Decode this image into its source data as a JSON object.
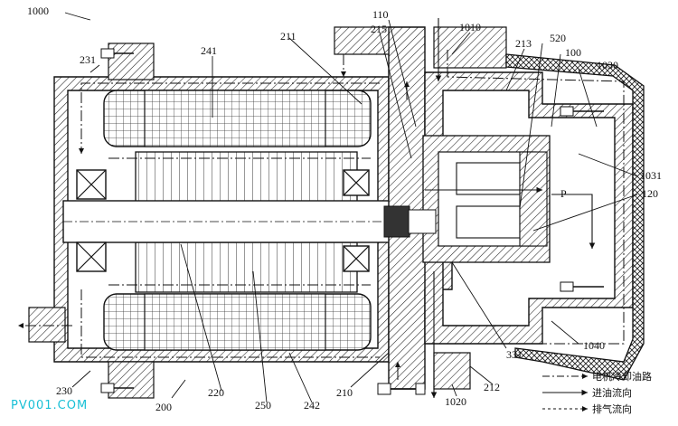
{
  "diagram": {
    "labels": {
      "l1000": "1000",
      "l231": "231",
      "l241": "241",
      "l211": "211",
      "l110": "110",
      "l215": "215",
      "l1010": "1010",
      "l213": "213",
      "l520": "520",
      "l100": "100",
      "l1030": "1030",
      "l1031": "1031",
      "l120": "120",
      "lP": "P",
      "l331": "331",
      "l1040": "1040",
      "l230": "230",
      "l200": "200",
      "l220": "220",
      "l250": "250",
      "l242": "242",
      "l210": "210",
      "l1020": "1020",
      "l212": "212"
    },
    "legend": {
      "motor_cooling": "电机冷却油路",
      "oil_inlet": "进油流向",
      "exhaust": "排气流向"
    },
    "watermark": "PV001.COM"
  }
}
